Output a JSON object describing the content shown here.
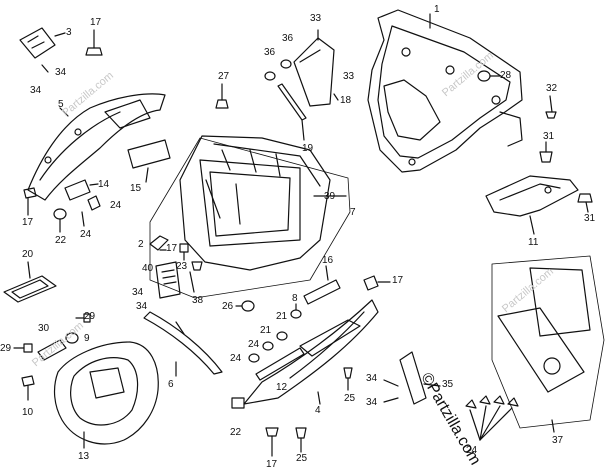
{
  "callouts": {
    "n1": "1",
    "n2": "2",
    "n3": "3",
    "n4": "4",
    "n5": "5",
    "n6": "6",
    "n7": "7",
    "n8": "8",
    "n9": "9",
    "n10": "10",
    "n11": "11",
    "n12": "12",
    "n13": "13",
    "n14": "14",
    "n15": "15",
    "n16": "16",
    "n17a": "17",
    "n17b": "17",
    "n17c": "17",
    "n17d": "17",
    "n17e": "17",
    "n18": "18",
    "n19": "19",
    "n20": "20",
    "n21a": "21",
    "n21b": "21",
    "n22a": "22",
    "n22b": "22",
    "n23": "23",
    "n24a": "24",
    "n24b": "24",
    "n24c": "24",
    "n24d": "24",
    "n25a": "25",
    "n25b": "25",
    "n26": "26",
    "n27": "27",
    "n28": "28",
    "n29a": "29",
    "n29b": "29",
    "n30": "30",
    "n31a": "31",
    "n31b": "31",
    "n32": "32",
    "n33a": "33",
    "n33b": "33",
    "n34a": "34",
    "n34b": "34",
    "n34c": "34",
    "n34d": "34",
    "n34e": "34",
    "n34f": "34",
    "n35": "35",
    "n36": "36",
    "n36b": "36",
    "n37": "37",
    "n38": "38",
    "n39": "39",
    "n40": "40"
  },
  "watermark": {
    "main": "©Partzilla.com",
    "faint": "Partzilla.com"
  }
}
